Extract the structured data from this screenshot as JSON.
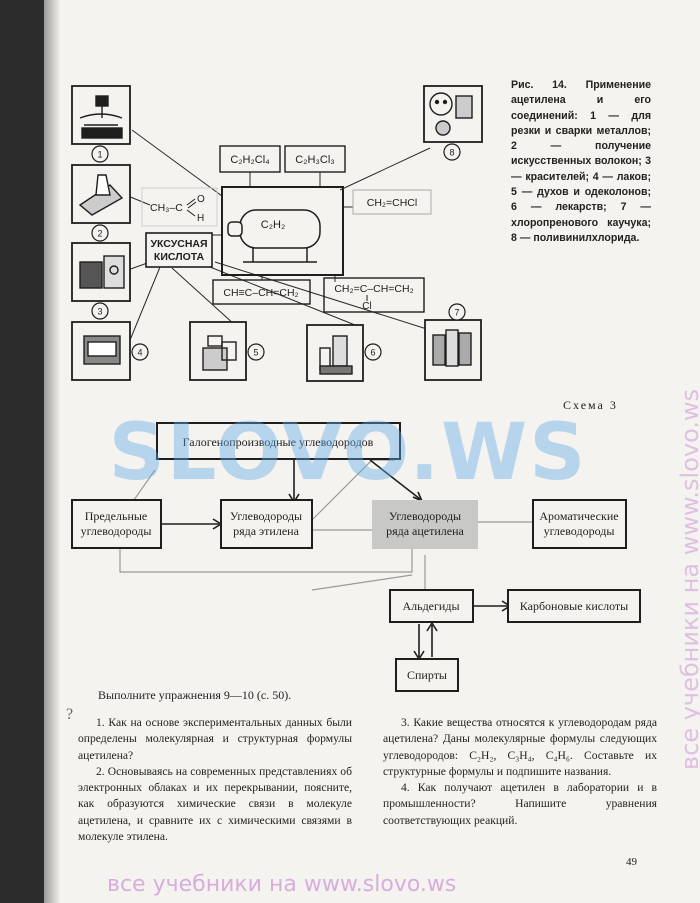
{
  "figure": {
    "caption": "Рис. 14. Применение ацетилена и его соединений: 1 — для резки и сварки металлов; 2 — получение искусственных волокон; 3 — красителей; 4 — лаков; 5 — духов и одеколонов; 6 — лекарств; 7 — хлоропренового каучука; 8 — поливинилхлорида.",
    "center_label": "C₂H₂",
    "formulas": {
      "c2h2cl4": "C₂H₂Cl₄",
      "c2h3cl3": "C₂H₃Cl₃",
      "vinyl_chloride": "CH₂=CHCl",
      "vinylacetylene": "CH≡C–CH=CH₂",
      "chloroprene_main": "CH₂=C–CH=CH₂",
      "chloroprene_cl": "Cl",
      "acetaldehyde_main": "CH₃–C",
      "acetaldehyde_o": "O",
      "acetaldehyde_h": "H"
    },
    "acetic_acid": [
      "УКСУСНАЯ",
      "КИСЛОТА"
    ],
    "numbers": [
      "1",
      "2",
      "3",
      "4",
      "5",
      "6",
      "7",
      "8"
    ]
  },
  "scheme": {
    "label": "Схема 3",
    "halogen": "Галогенопроизводные углеводородов",
    "saturated": [
      "Предельные",
      "углеводороды"
    ],
    "ethylene": [
      "Углеводороды",
      "ряда этилена"
    ],
    "acetylene": [
      "Углеводороды",
      "ряда ацетилена"
    ],
    "aromatic": [
      "Ароматические",
      "углеводороды"
    ],
    "aldehydes": "Альдегиды",
    "carboxylic": "Карбоновые кислоты",
    "alcohols": "Спирты"
  },
  "exercises": {
    "intro": "Выполните упражнения 9—10 (с. 50).",
    "left": [
      "1. Как на основе экспериментальных данных были определены молекулярная и структурная формулы ацетилена?",
      "2. Основываясь на современных представлениях об электронных облаках и их перекрывании, поясните, как образуются химические связи в молекуле ацетилена, и сравните их с химическими связями в молекуле этилена."
    ],
    "right": [
      "3. Какие вещества относятся к углеводородам ряда ацетилена? Даны молекулярные формулы следующих углеводородов: C₂H₂, C₃H₄, C₄H₆. Составьте их структурные формулы и подпишите названия.",
      "4. Как получают ацетилен в лаборатории и в промышленности? Напишите уравнения соответствующих реакций."
    ]
  },
  "page_number": "49",
  "watermarks": {
    "main": "SLOVO.WS",
    "side": "все учебники на www.slovo.ws",
    "bottom": "все учебники на www.slovo.ws"
  }
}
